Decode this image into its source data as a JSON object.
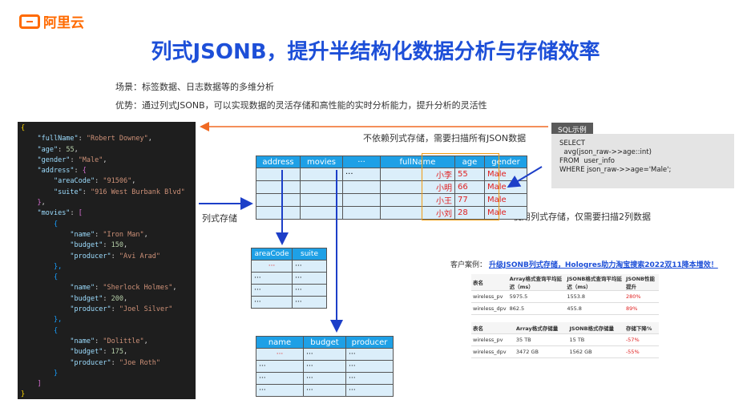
{
  "logo": {
    "text": "阿里云"
  },
  "title": "列式JSONB，提升半结构化数据分析与存储效率",
  "scene": "场景：标签数据、日志数据等的多维分析",
  "advantage": "优势：通过列式JSONB，可以实现数据的灵活存储和高性能的实时分析能力，提升分析的灵活性",
  "code_lines": [
    [
      [
        "b",
        "{"
      ]
    ],
    [
      [
        "t",
        "    "
      ],
      [
        "k",
        "\"fullName\""
      ],
      [
        "t",
        ": "
      ],
      [
        "s",
        "\"Robert Downey\""
      ],
      [
        "t",
        ","
      ]
    ],
    [
      [
        "t",
        "    "
      ],
      [
        "k",
        "\"age\""
      ],
      [
        "t",
        ": "
      ],
      [
        "n",
        "55"
      ],
      [
        "t",
        ","
      ]
    ],
    [
      [
        "t",
        "    "
      ],
      [
        "k",
        "\"gender\""
      ],
      [
        "t",
        ": "
      ],
      [
        "s",
        "\"Male\""
      ],
      [
        "t",
        ","
      ]
    ],
    [
      [
        "t",
        "    "
      ],
      [
        "k",
        "\"address\""
      ],
      [
        "t",
        ": "
      ],
      [
        "b2",
        "{"
      ]
    ],
    [
      [
        "t",
        "        "
      ],
      [
        "k",
        "\"areaCode\""
      ],
      [
        "t",
        ": "
      ],
      [
        "s",
        "\"91506\""
      ],
      [
        "t",
        ","
      ]
    ],
    [
      [
        "t",
        "        "
      ],
      [
        "k",
        "\"suite\""
      ],
      [
        "t",
        ": "
      ],
      [
        "s",
        "\"916 West Burbank Blvd\""
      ]
    ],
    [
      [
        "t",
        "    "
      ],
      [
        "b2",
        "}"
      ],
      [
        "t",
        ","
      ]
    ],
    [
      [
        "t",
        "    "
      ],
      [
        "k",
        "\"movies\""
      ],
      [
        "t",
        ": "
      ],
      [
        "b2",
        "["
      ]
    ],
    [
      [
        "t",
        "        "
      ],
      [
        "b3",
        "{"
      ]
    ],
    [
      [
        "t",
        "            "
      ],
      [
        "k",
        "\"name\""
      ],
      [
        "t",
        ": "
      ],
      [
        "s",
        "\"Iron Man\""
      ],
      [
        "t",
        ","
      ]
    ],
    [
      [
        "t",
        "            "
      ],
      [
        "k",
        "\"budget\""
      ],
      [
        "t",
        ": "
      ],
      [
        "n",
        "150"
      ],
      [
        "t",
        ","
      ]
    ],
    [
      [
        "t",
        "            "
      ],
      [
        "k",
        "\"producer\""
      ],
      [
        "t",
        ": "
      ],
      [
        "s",
        "\"Avi Arad\""
      ]
    ],
    [
      [
        "t",
        "        "
      ],
      [
        "b3",
        "},"
      ]
    ],
    [
      [
        "t",
        "        "
      ],
      [
        "b3",
        "{"
      ]
    ],
    [
      [
        "t",
        "            "
      ],
      [
        "k",
        "\"name\""
      ],
      [
        "t",
        ": "
      ],
      [
        "s",
        "\"Sherlock Holmes\""
      ],
      [
        "t",
        ","
      ]
    ],
    [
      [
        "t",
        "            "
      ],
      [
        "k",
        "\"budget\""
      ],
      [
        "t",
        ": "
      ],
      [
        "n",
        "200"
      ],
      [
        "t",
        ","
      ]
    ],
    [
      [
        "t",
        "            "
      ],
      [
        "k",
        "\"producer\""
      ],
      [
        "t",
        ": "
      ],
      [
        "s",
        "\"Joel Silver\""
      ]
    ],
    [
      [
        "t",
        "        "
      ],
      [
        "b3",
        "},"
      ]
    ],
    [
      [
        "t",
        "        "
      ],
      [
        "b3",
        "{"
      ]
    ],
    [
      [
        "t",
        "            "
      ],
      [
        "k",
        "\"name\""
      ],
      [
        "t",
        ": "
      ],
      [
        "s",
        "\"Dolittle\""
      ],
      [
        "t",
        ","
      ]
    ],
    [
      [
        "t",
        "            "
      ],
      [
        "k",
        "\"budget\""
      ],
      [
        "t",
        ": "
      ],
      [
        "n",
        "175"
      ],
      [
        "t",
        ","
      ]
    ],
    [
      [
        "t",
        "            "
      ],
      [
        "k",
        "\"producer\""
      ],
      [
        "t",
        ": "
      ],
      [
        "s",
        "\"Joe Roth\""
      ]
    ],
    [
      [
        "t",
        "        "
      ],
      [
        "b3",
        "}"
      ]
    ],
    [
      [
        "t",
        "    "
      ],
      [
        "b2",
        "]"
      ]
    ],
    [
      [
        "b",
        "}"
      ]
    ]
  ],
  "sql": {
    "tag": "SQL示例",
    "lines": [
      "SELECT",
      "  avg(json_raw->>age::int)",
      "FROM  user_info",
      "WHERE json_raw->>age='Male';"
    ]
  },
  "note_scan_all": "不依赖列式存储，需要扫描所有JSON数据",
  "note_scan_two": "使用列式存储，仅需要扫描2列数据",
  "label_columnar": "列式存储",
  "main_table": {
    "headers": [
      "address",
      "movies",
      "···",
      "fullName",
      "age",
      "gender"
    ],
    "rows": [
      [
        "",
        "",
        "···",
        "小李",
        "55",
        "Male"
      ],
      [
        "",
        "",
        "",
        "小明",
        "66",
        "Male"
      ],
      [
        "",
        "",
        "",
        "小王",
        "77",
        "Male"
      ],
      [
        "",
        "",
        "",
        "小刘",
        "28",
        "Male"
      ]
    ]
  },
  "addr_table": {
    "headers": [
      "areaCode",
      "suite"
    ],
    "rows": [
      [
        "···",
        "···"
      ],
      [
        "···",
        "···"
      ],
      [
        "···",
        "···"
      ],
      [
        "···",
        "···"
      ]
    ]
  },
  "movie_table": {
    "headers": [
      "name",
      "budget",
      "producer"
    ],
    "rows": [
      [
        "···",
        "···",
        "···"
      ],
      [
        "···",
        "···",
        "···"
      ],
      [
        "···",
        "···",
        "···"
      ],
      [
        "···",
        "···",
        "···"
      ]
    ]
  },
  "case": {
    "label": "客户案例：",
    "link": "升级JSONB列式存储，Hologres助力淘宝搜索2022双11降本增效！",
    "table1": {
      "headers": [
        "表名",
        "Array格式查询平均延迟（ms）",
        "JSONB格式查询平均延迟（ms）",
        "JSONB性能提升"
      ],
      "rows": [
        [
          "wireless_pv",
          "5975.5",
          "1553.8",
          "280%"
        ],
        [
          "wireless_dpv",
          "862.5",
          "455.8",
          "89%"
        ]
      ]
    },
    "table2": {
      "headers": [
        "表名",
        "Array格式存储量",
        "JSONB格式存储量",
        "存储下降%"
      ],
      "rows": [
        [
          "wireless_pv",
          "35 TB",
          "15 TB",
          "-57%"
        ],
        [
          "wireless_dpv",
          "3472 GB",
          "1562 GB",
          "-55%"
        ]
      ]
    }
  },
  "colors": {
    "brand": "#ff6a00",
    "title": "#1d4fd8",
    "header": "#1ea0e6",
    "row": "#dbeefa",
    "highlight": "#f39c12",
    "arrow_orange": "#f06a23",
    "arrow_blue": "#1d3fc8"
  }
}
